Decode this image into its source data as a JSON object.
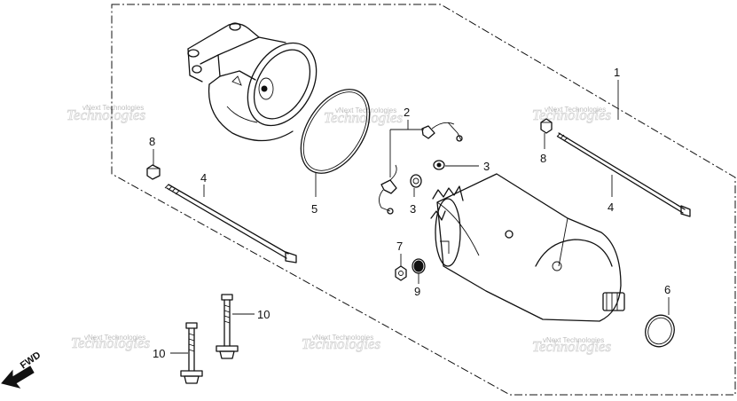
{
  "watermark": {
    "text": "vNext Technologies",
    "script": "Technologies"
  },
  "fwd_label": "FWD",
  "callouts": {
    "c1": "1",
    "c2": "2",
    "c3a": "3",
    "c3b": "3",
    "c4a": "4",
    "c4b": "4",
    "c5": "5",
    "c6": "6",
    "c7": "7",
    "c8a": "8",
    "c8b": "8",
    "c9": "9",
    "c10a": "10",
    "c10b": "10"
  }
}
